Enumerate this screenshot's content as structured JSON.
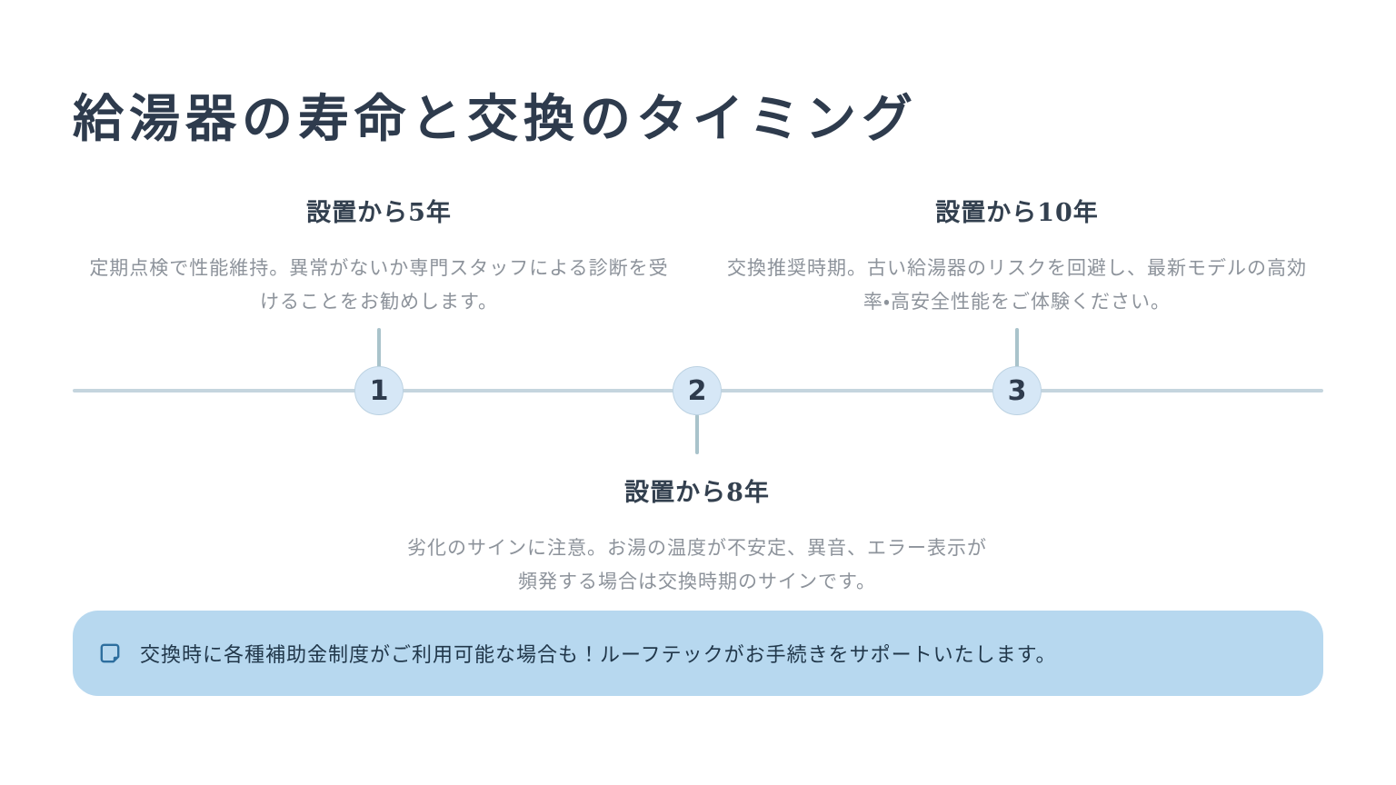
{
  "page": {
    "title": "給湯器の寿命と交換のタイミング"
  },
  "timeline": {
    "items": [
      {
        "number": "1",
        "heading": "設置から5年",
        "body": "定期点検で性能維持。異常がないか専門スタッフによる診断を受けることをお勧めします。",
        "position": "above-line"
      },
      {
        "number": "2",
        "heading": "設置から8年",
        "body": "劣化のサインに注意。お湯の温度が不安定、異音、エラー表示が頻発する場合は交換時期のサインです。",
        "position": "below-line"
      },
      {
        "number": "3",
        "heading": "設置から10年",
        "body": "交換推奨時期。古い給湯器のリスクを回避し、最新モデルの高効率・高安全性能をご体験ください。",
        "position": "above-line"
      }
    ]
  },
  "note_banner": {
    "icon": "note-icon",
    "text": "交換時に各種補助金制度がご利用可能な場合も！ルーフテックがお手続きをサポートいたします。"
  },
  "colors": {
    "heading_text": "#2e3b4d",
    "body_text": "#8d939b",
    "timeline_line": "#c5d5de",
    "connector_line": "#a9c3cb",
    "circle_fill": "#d6e7f6",
    "circle_border": "#bcd2e2",
    "banner_background": "#b7d8ef",
    "banner_text": "#21374a",
    "icon_color": "#2d6e9e"
  }
}
